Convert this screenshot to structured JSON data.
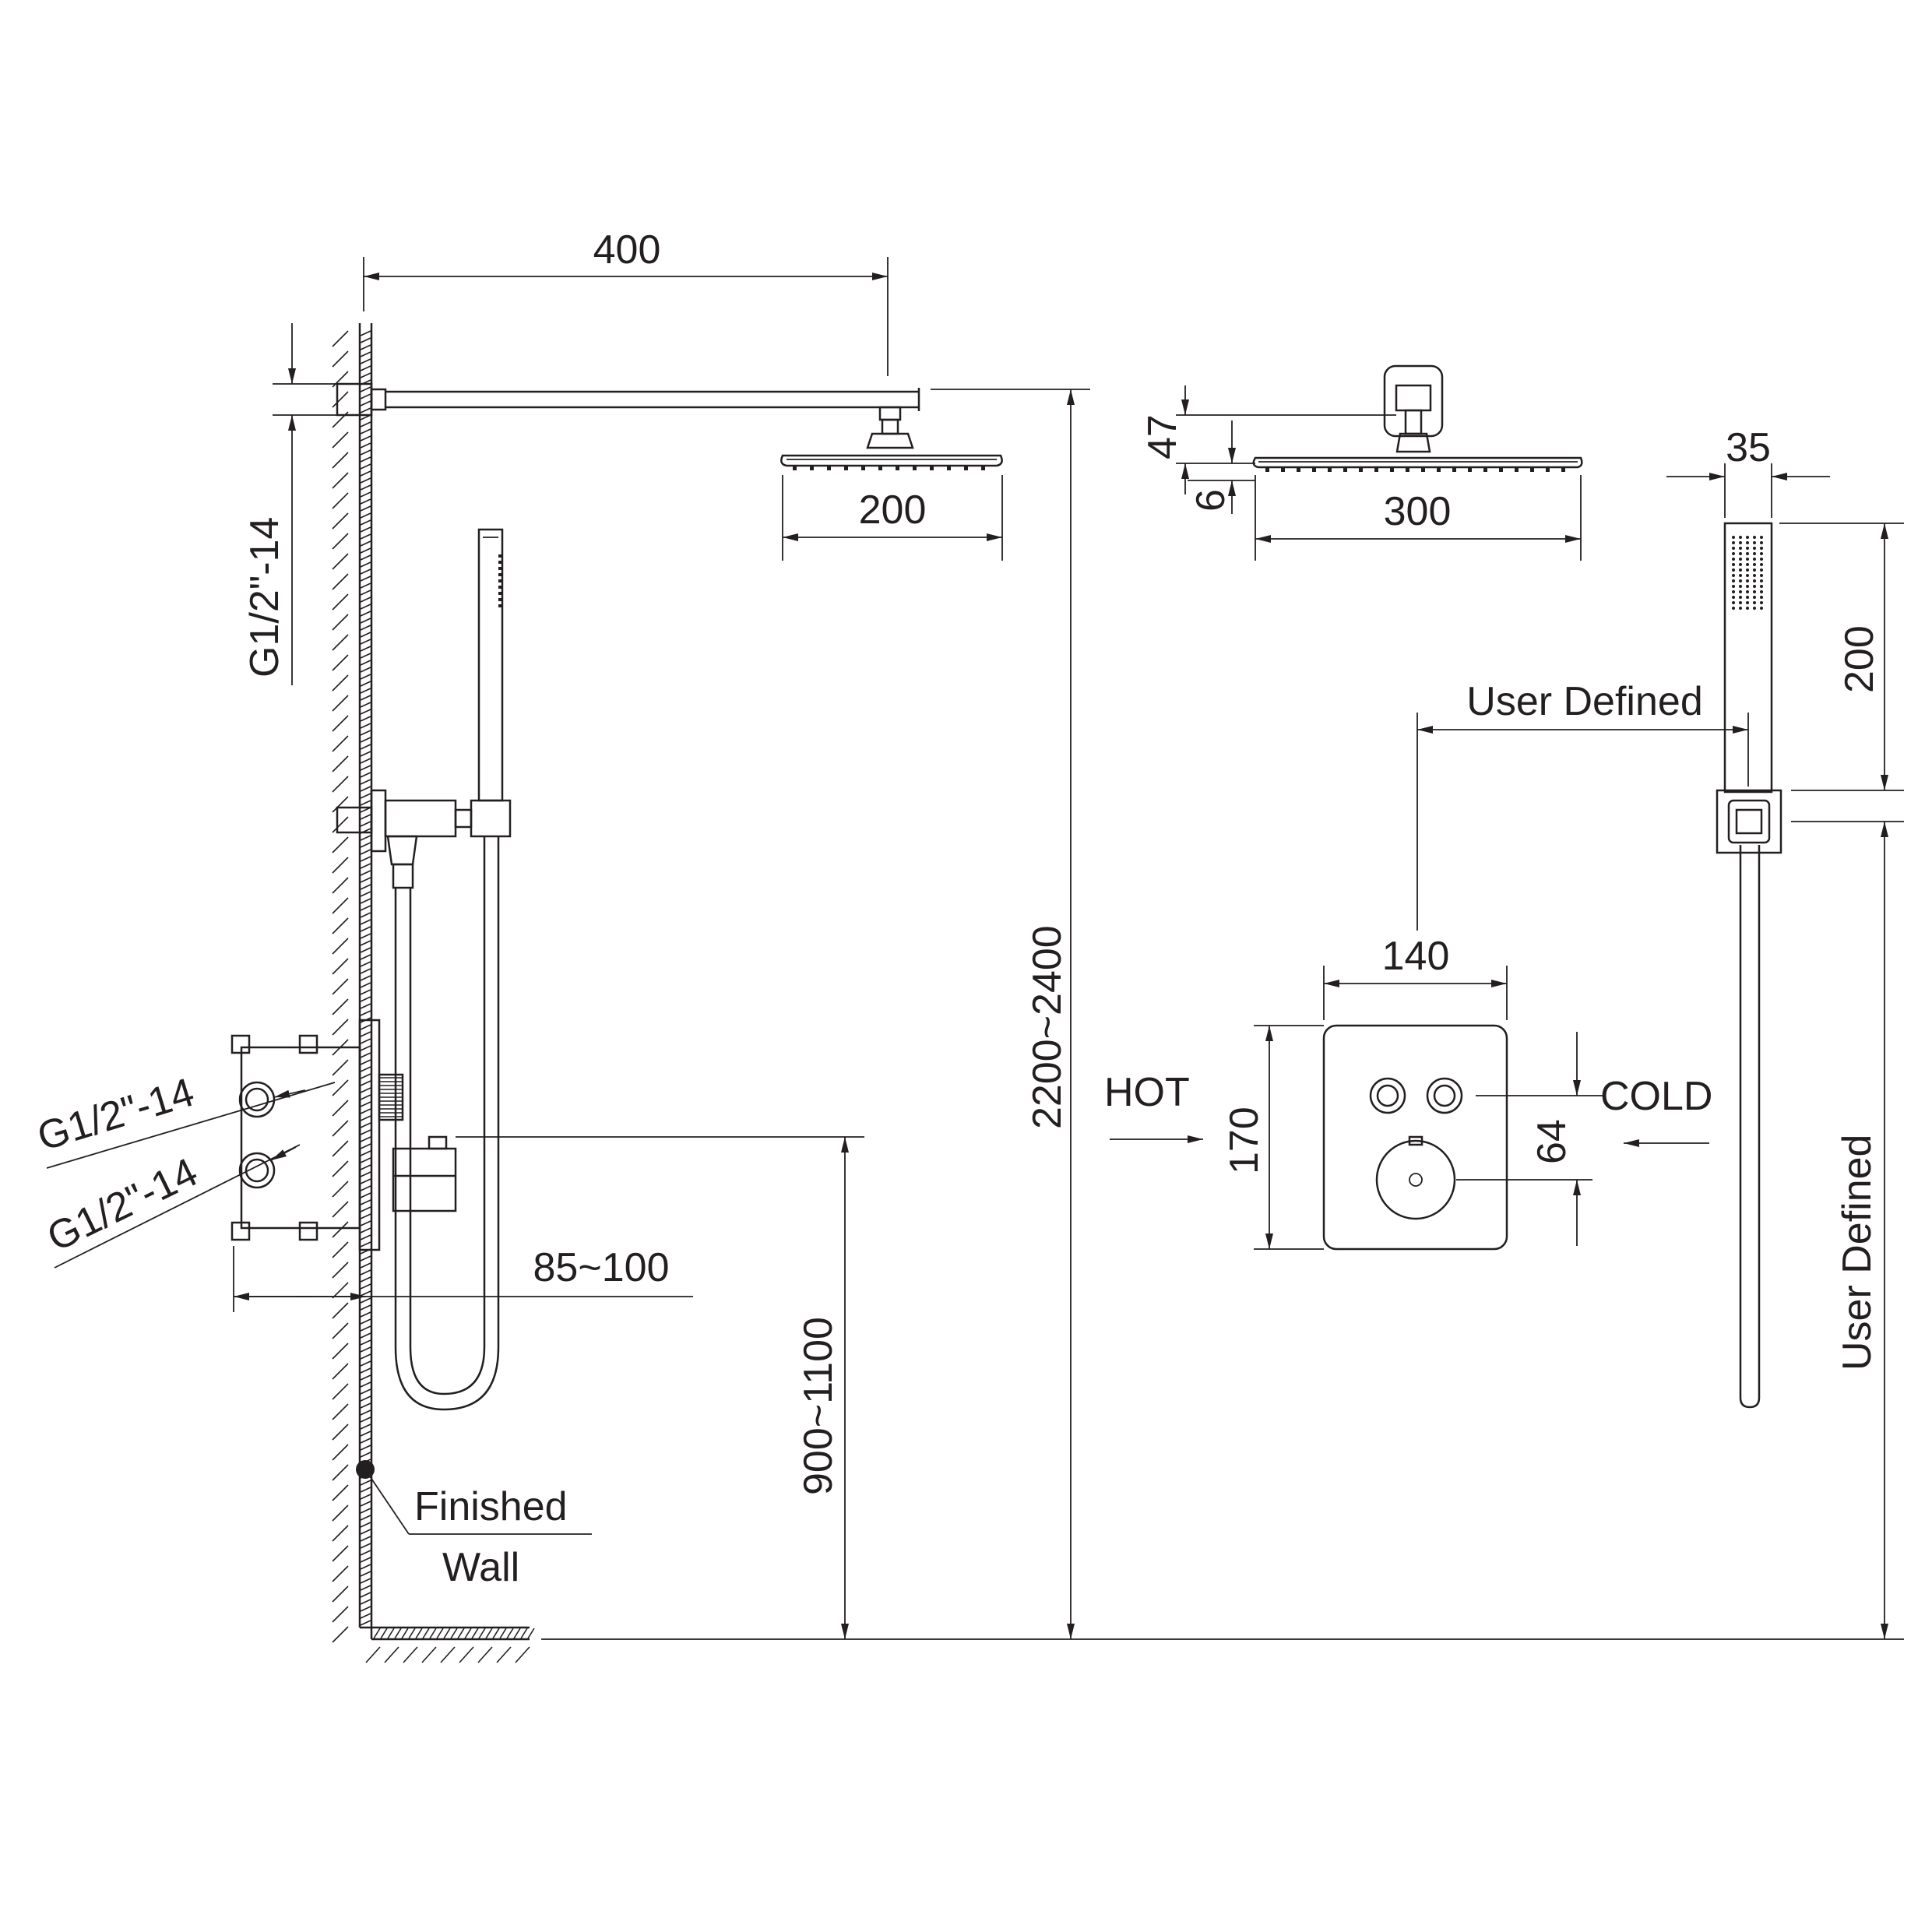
{
  "labels": {
    "width_arm": "400",
    "thread_top": "G1/2\"-14",
    "head_200": "200",
    "head_300": "300",
    "dim_47": "47",
    "dim_6": "6",
    "dim_35": "35",
    "handheld_200": "200",
    "user_defined_h": "User Defined",
    "user_defined_v": "User Defined",
    "height_total": "2200~2400",
    "valve_height": "900~1100",
    "valve_depth": "85~100",
    "thread_in1": "G1/2\"-14",
    "thread_in2": "G1/2\"-14",
    "hot": "HOT",
    "cold": "COLD",
    "plate_w": "140",
    "plate_h": "170",
    "btn_spacing": "64",
    "finished_1": "Finished",
    "finished_2": "Wall"
  }
}
